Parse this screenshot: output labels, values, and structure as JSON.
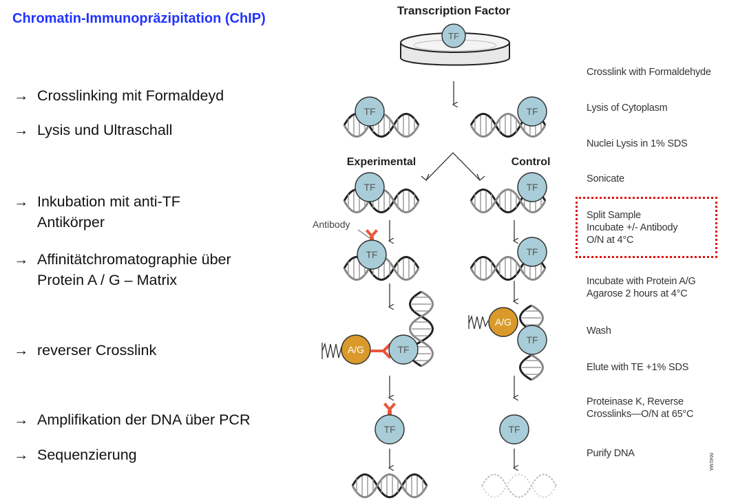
{
  "title": "Chromatin-Immunopräzipitation (ChIP)",
  "bullets": [
    {
      "arrow": "→",
      "line1": "Crosslinking mit Formaldeyd",
      "line2": ""
    },
    {
      "arrow": "→",
      "line1": "Lysis und Ultraschall",
      "line2": ""
    },
    {
      "arrow": "→",
      "line1": "Inkubation mit anti-TF",
      "line2": "Antikörper"
    },
    {
      "arrow": "→",
      "line1": "Affinitätchromatographie über",
      "line2": "Protein A / G – Matrix"
    },
    {
      "arrow": "→",
      "line1": "reverser Crosslink",
      "line2": ""
    },
    {
      "arrow": "→",
      "line1": "Amplifikation der DNA über PCR",
      "line2": ""
    },
    {
      "arrow": "→",
      "line1": "Sequenzierung",
      "line2": ""
    }
  ],
  "diagram": {
    "top_label": "Transcription Factor",
    "tf_label": "TF",
    "ag_label": "A/G",
    "experimental_label": "Experimental",
    "control_label": "Control",
    "antibody_label": "Antibody",
    "figure_code": "6641MA"
  },
  "steps": [
    {
      "line1": "Crosslink with Formaldehyde",
      "line2": "",
      "line3": ""
    },
    {
      "line1": "Lysis of Cytoplasm",
      "line2": "",
      "line3": ""
    },
    {
      "line1": "Nuclei Lysis in 1% SDS",
      "line2": "",
      "line3": ""
    },
    {
      "line1": "Sonicate",
      "line2": "",
      "line3": ""
    },
    {
      "line1": "Split Sample",
      "line2": "Incubate +/- Antibody",
      "line3": "O/N at 4°C"
    },
    {
      "line1": "Incubate with Protein A/G",
      "line2": "Agarose 2 hours at 4°C",
      "line3": ""
    },
    {
      "line1": "Wash",
      "line2": "",
      "line3": ""
    },
    {
      "line1": "Elute with TE +1% SDS",
      "line2": "",
      "line3": ""
    },
    {
      "line1": "Proteinase K, Reverse",
      "line2": "Crosslinks—O/N at 65°C",
      "line3": ""
    },
    {
      "line1": "Purify DNA",
      "line2": "",
      "line3": ""
    }
  ],
  "colors": {
    "title": "#2233ff",
    "tf_fill": "#a9cdd8",
    "ag_fill": "#d99a2b",
    "antibody": "#e8573a",
    "highlight_box": "#e01010"
  }
}
